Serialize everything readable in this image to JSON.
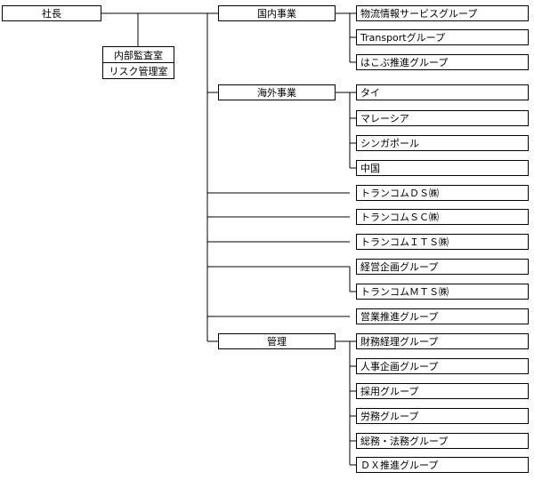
{
  "org": {
    "president": "社長",
    "staff_units": [
      "内部監査室",
      "リスク管理室"
    ],
    "domestic": {
      "label": "国内事業",
      "children": [
        "物流情報サービスグループ",
        "Transportグループ",
        "はこぶ推進グループ"
      ]
    },
    "overseas": {
      "label": "海外事業",
      "children": [
        "タイ",
        "マレーシア",
        "シンガポール",
        "中国"
      ]
    },
    "direct_units": [
      "トランコムＤＳ㈱",
      "トランコムＳＣ㈱",
      "トランコムＩＴＳ㈱"
    ],
    "planning": {
      "label": "経営企画グループ",
      "children": [
        "トランコムＭＴＳ㈱"
      ]
    },
    "sales": "営業推進グループ",
    "management": {
      "label": "管理",
      "children": [
        "財務経理グループ",
        "人事企画グループ",
        "採用グループ",
        "労務グループ",
        "総務・法務グループ",
        "ＤＸ推進グループ"
      ]
    }
  }
}
